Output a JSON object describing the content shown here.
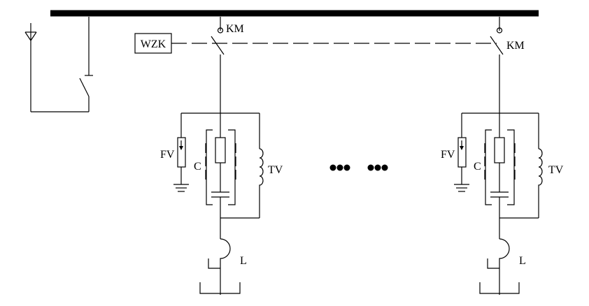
{
  "labels": {
    "controller": "WZK",
    "contactor_left": "KM",
    "contactor_right": "KM",
    "arrester_left": "FV",
    "arrester_right": "FV",
    "capacitor_left": "C",
    "capacitor_right": "C",
    "transformer_left": "TV",
    "transformer_right": "TV",
    "reactor_left": "L",
    "reactor_right": "L"
  }
}
